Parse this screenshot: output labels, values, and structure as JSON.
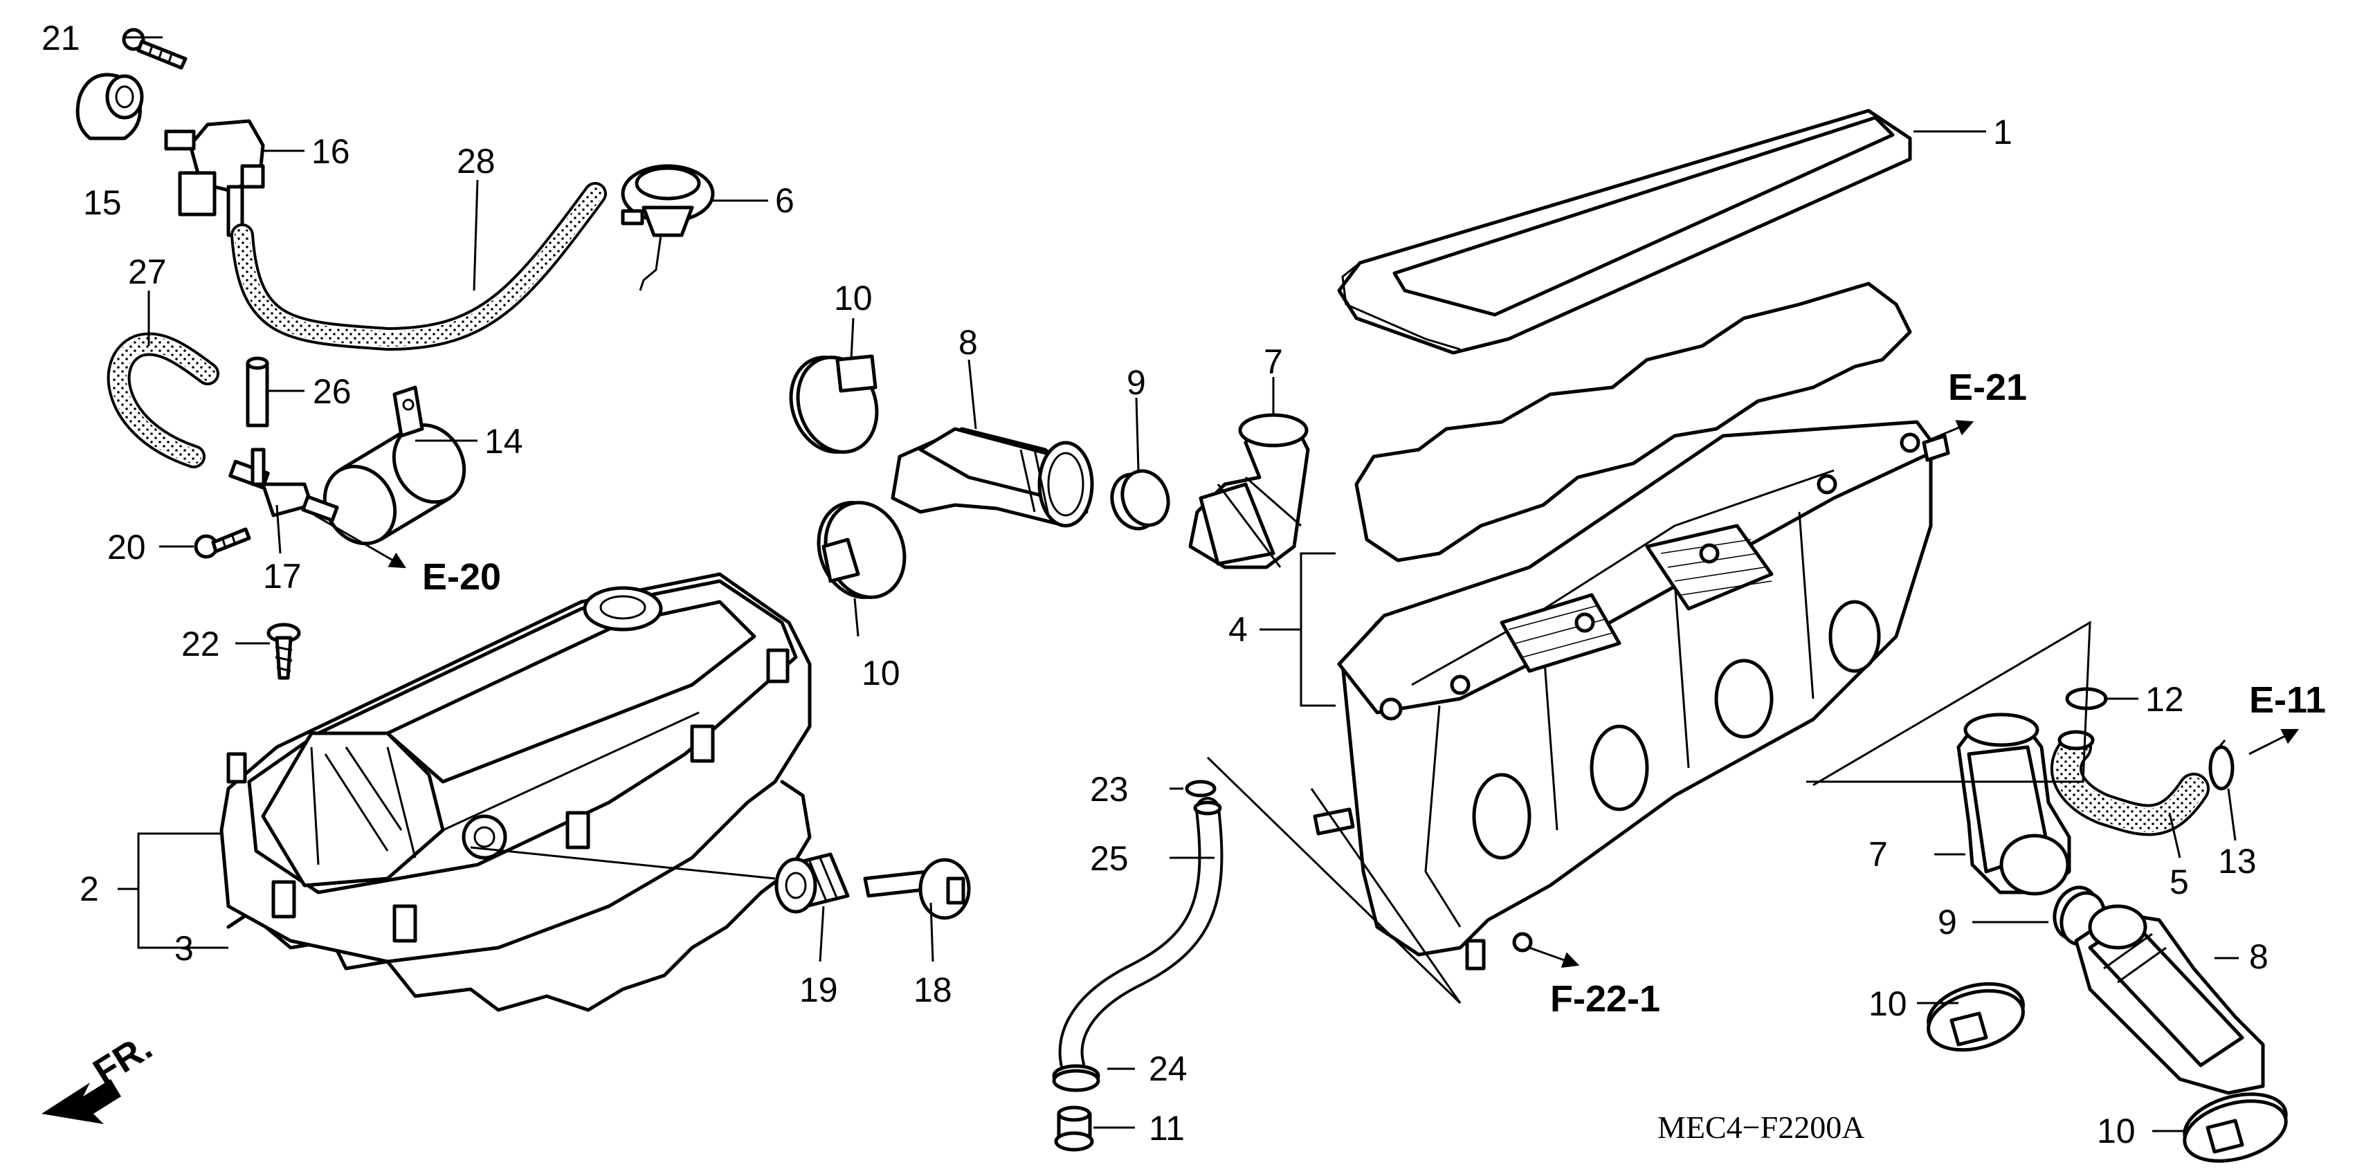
{
  "diagram": {
    "drawing_code": "MEC4−F2200A",
    "front_marker": "FR.",
    "reference_labels": {
      "e21": "E-21",
      "e20": "E-20",
      "e11": "E-11",
      "f22": "F-22-1"
    },
    "part_numbers": {
      "p1": "1",
      "p2": "2",
      "p3": "3",
      "p4": "4",
      "p5": "5",
      "p6": "6",
      "p7a": "7",
      "p7b": "7",
      "p8a": "8",
      "p8b": "8",
      "p9a": "9",
      "p9b": "9",
      "p10a": "10",
      "p10b": "10",
      "p10c": "10",
      "p10d": "10",
      "p11": "11",
      "p12": "12",
      "p13": "13",
      "p14": "14",
      "p15": "15",
      "p16": "16",
      "p17": "17",
      "p18": "18",
      "p19": "19",
      "p20": "20",
      "p21": "21",
      "p22": "22",
      "p23": "23",
      "p24": "24",
      "p25": "25",
      "p26": "26",
      "p27": "27",
      "p28": "28"
    }
  }
}
